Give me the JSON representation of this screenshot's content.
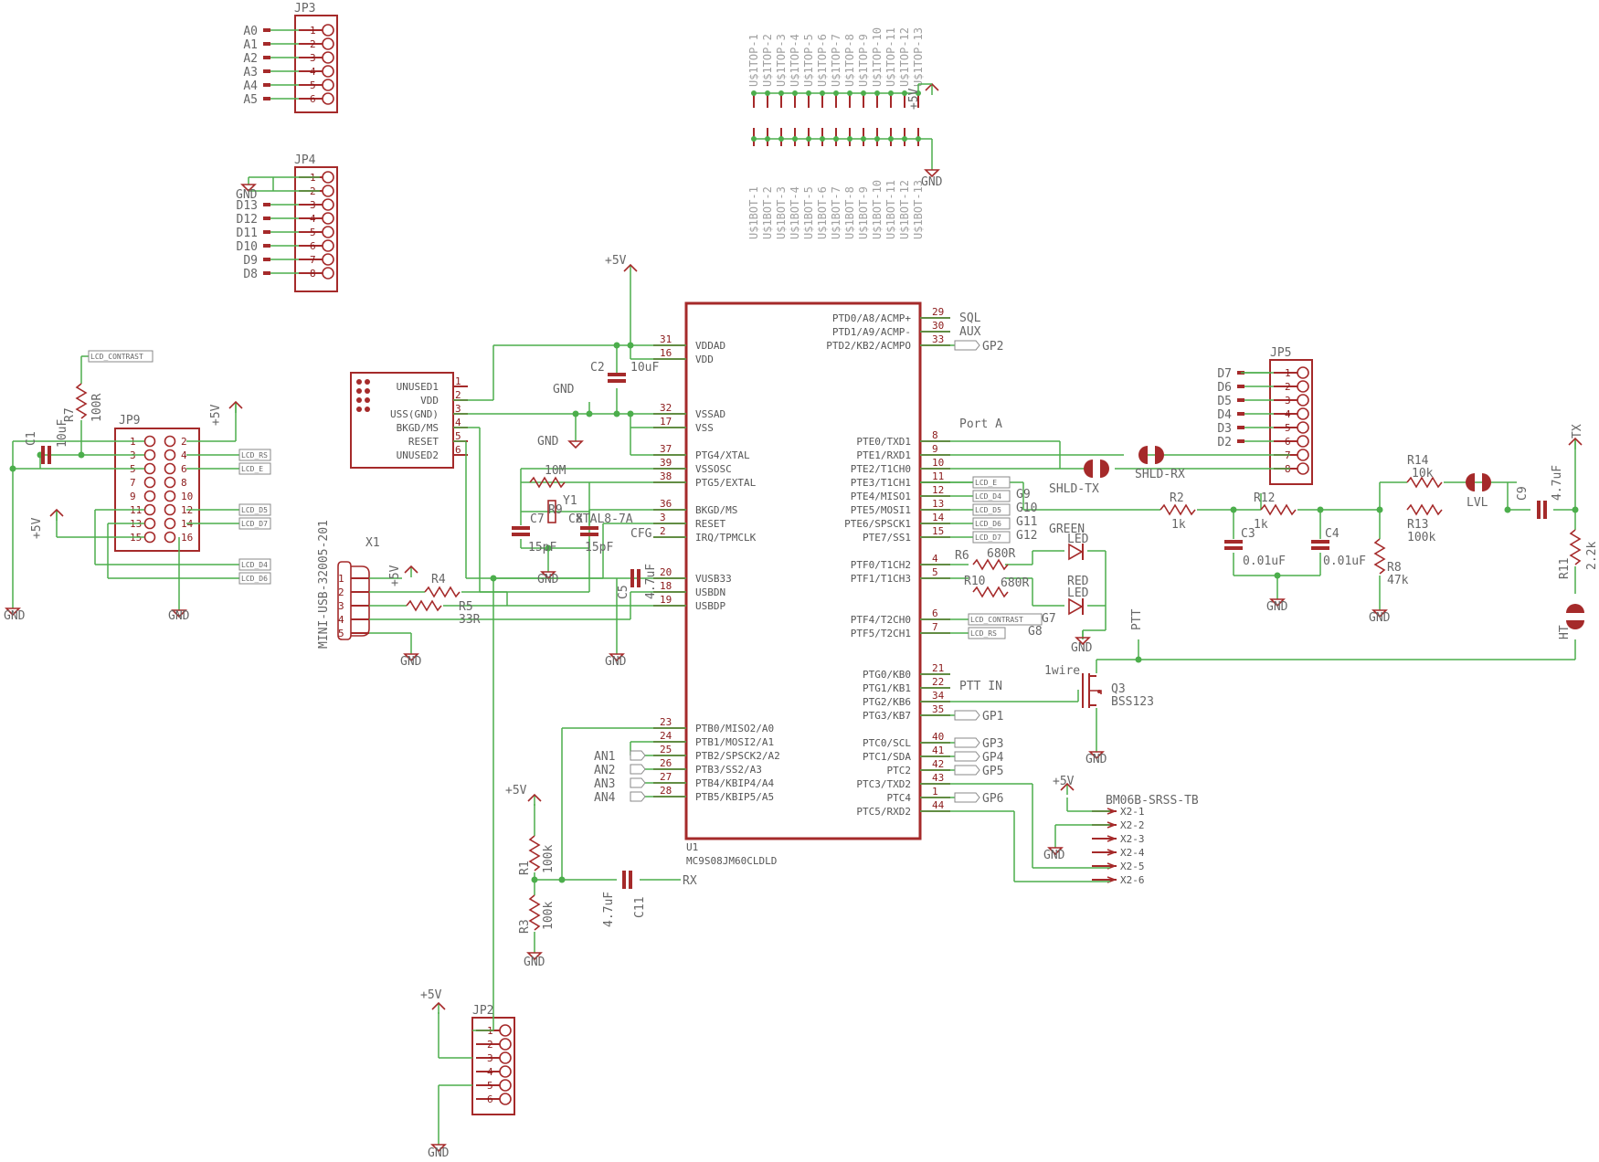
{
  "chip": {
    "name": "U1",
    "value": "MC9S08JM60CLDLD",
    "left_pins": [
      {
        "num": "31",
        "name": "VDDAD"
      },
      {
        "num": "16",
        "name": "VDD"
      },
      {
        "num": "32",
        "name": "VSSAD"
      },
      {
        "num": "17",
        "name": "VSS"
      },
      {
        "num": "37",
        "name": "PTG4/XTAL"
      },
      {
        "num": "39",
        "name": "VSSOSC"
      },
      {
        "num": "38",
        "name": "PTG5/EXTAL"
      },
      {
        "num": "36",
        "name": "BKGD/MS"
      },
      {
        "num": "3",
        "name": "RESET"
      },
      {
        "num": "2",
        "name": "IRQ/TPMCLK"
      },
      {
        "num": "20",
        "name": "VUSB33"
      },
      {
        "num": "18",
        "name": "USBDN"
      },
      {
        "num": "19",
        "name": "USBDP"
      },
      {
        "num": "23",
        "name": "PTB0/MISO2/A0"
      },
      {
        "num": "24",
        "name": "PTB1/MOSI2/A1"
      },
      {
        "num": "25",
        "name": "PTB2/SPSCK2/A2"
      },
      {
        "num": "26",
        "name": "PTB3/SS2/A3"
      },
      {
        "num": "27",
        "name": "PTB4/KBIP4/A4"
      },
      {
        "num": "28",
        "name": "PTB5/KBIP5/A5"
      }
    ],
    "right_pins": [
      {
        "num": "29",
        "name": "PTD0/A8/ACMP+"
      },
      {
        "num": "30",
        "name": "PTD1/A9/ACMP-"
      },
      {
        "num": "33",
        "name": "PTD2/KB2/ACMPO"
      },
      {
        "num": "8",
        "name": "PTE0/TXD1"
      },
      {
        "num": "9",
        "name": "PTE1/RXD1"
      },
      {
        "num": "10",
        "name": "PTE2/T1CH0"
      },
      {
        "num": "11",
        "name": "PTE3/T1CH1"
      },
      {
        "num": "12",
        "name": "PTE4/MISO1"
      },
      {
        "num": "13",
        "name": "PTE5/MOSI1"
      },
      {
        "num": "14",
        "name": "PTE6/SPSCK1"
      },
      {
        "num": "15",
        "name": "PTE7/SS1"
      },
      {
        "num": "4",
        "name": "PTF0/T1CH2"
      },
      {
        "num": "5",
        "name": "PTF1/T1CH3"
      },
      {
        "num": "6",
        "name": "PTF4/T2CH0"
      },
      {
        "num": "7",
        "name": "PTF5/T2CH1"
      },
      {
        "num": "21",
        "name": "PTG0/KB0"
      },
      {
        "num": "22",
        "name": "PTG1/KB1"
      },
      {
        "num": "34",
        "name": "PTG2/KB6"
      },
      {
        "num": "35",
        "name": "PTG3/KB7"
      },
      {
        "num": "40",
        "name": "PTC0/SCL"
      },
      {
        "num": "41",
        "name": "PTC1/SDA"
      },
      {
        "num": "42",
        "name": "PTC2"
      },
      {
        "num": "43",
        "name": "PTC3/TXD2"
      },
      {
        "num": "1",
        "name": "PTC4"
      },
      {
        "num": "44",
        "name": "PTC5/RXD2"
      }
    ]
  },
  "headers": {
    "jp3": {
      "name": "JP3",
      "nets": [
        "A0",
        "A1",
        "A2",
        "A3",
        "A4",
        "A5"
      ]
    },
    "jp4": {
      "name": "JP4",
      "nets": [
        "",
        "GND",
        "D13",
        "D12",
        "D11",
        "D10",
        "D9",
        "D8"
      ]
    },
    "jp5": {
      "name": "JP5",
      "nets": [
        "D7",
        "D6",
        "D5",
        "D4",
        "D3",
        "D2",
        "",
        ""
      ]
    },
    "jp9": {
      "name": "JP9"
    },
    "jp2": {
      "name": "JP2"
    }
  },
  "shield_top": [
    "U$1TOP-1",
    "U$1TOP-2",
    "U$1TOP-3",
    "U$1TOP-4",
    "U$1TOP-5",
    "U$1TOP-6",
    "U$1TOP-7",
    "U$1TOP-8",
    "U$1TOP-9",
    "U$1TOP-10",
    "U$1TOP-11",
    "U$1TOP-12",
    "U$1TOP-13"
  ],
  "shield_bot": [
    "U$1BOT-1",
    "U$1BOT-2",
    "U$1BOT-3",
    "U$1BOT-4",
    "U$1BOT-5",
    "U$1BOT-6",
    "U$1BOT-7",
    "U$1BOT-8",
    "U$1BOT-9",
    "U$1BOT-10",
    "U$1BOT-11",
    "U$1BOT-12",
    "U$1BOT-13"
  ],
  "isp": {
    "pins": [
      "UNUSED1",
      "VDD",
      "USS(GND)",
      "BKGD/MS",
      "RESET",
      "UNUSED2"
    ],
    "nums": [
      "1",
      "2",
      "3",
      "4",
      "5",
      "6"
    ]
  },
  "x1": {
    "name": "X1",
    "value": "MINI-USB-32005-201"
  },
  "bm06": {
    "name": "BM06B-SRSS-TB",
    "pins": [
      "X2-1",
      "X2-2",
      "X2-3",
      "X2-4",
      "X2-5",
      "X2-6"
    ]
  },
  "parts": {
    "c1": "C1",
    "c1v": "10uF",
    "r7": "R7",
    "r7v": "100R",
    "c2": "C2",
    "c2v": "10uF",
    "r9": "R9",
    "r9v": "10M",
    "y1": "Y1",
    "y1v": "XTAL8-7A",
    "c7": "C7",
    "c7v": "15pF",
    "c8": "C8",
    "c8v": "15pF",
    "c5": "C5",
    "c5v": "4.7uF",
    "r4": "R4",
    "r5": "R5",
    "r5v": "33R",
    "r1": "R1",
    "r1v": "100k",
    "r3": "R3",
    "r3v": "100k",
    "c11": "C11",
    "c11v": "4.7uF",
    "r6": "R6",
    "r6v": "680R",
    "r10": "R10",
    "r10v": "680R",
    "green": "GREEN",
    "led": "LED",
    "red": "RED",
    "q3": "Q3",
    "q3v": "BSS123",
    "r2": "R2",
    "r2v": "1k",
    "r12": "R12",
    "r12v": "1k",
    "c3": "C3",
    "c3v": "0.01uF",
    "c4": "C4",
    "c4v": "0.01uF",
    "r14": "R14",
    "r14v": "10k",
    "r13": "R13",
    "r13v": "100k",
    "r8": "R8",
    "r8v": "47k",
    "c9": "C9",
    "c9v": "4.7uF",
    "r11": "R11",
    "r11v": "2.2k",
    "lvl": "LVL",
    "ht": "HT",
    "shldtx": "SHLD-TX",
    "shldrx": "SHLD-RX"
  },
  "labels": {
    "gnd": "GND",
    "p5v": "+5V",
    "sql": "SQL",
    "aux": "AUX",
    "porta": "Port A",
    "ptt": "PTT",
    "pttin": "PTT IN",
    "onewire": "1wire",
    "cfg": "CFG",
    "rx": "RX",
    "tx": "TX",
    "g9": "G9",
    "g10": "G10",
    "g11": "G11",
    "g12": "G12",
    "g7": "G7",
    "g8": "G8",
    "an1": "AN1",
    "an2": "AN2",
    "an3": "AN3",
    "an4": "AN4",
    "gp1": "GP1",
    "gp2": "GP2",
    "gp3": "GP3",
    "gp4": "GP4",
    "gp5": "GP5",
    "gp6": "GP6",
    "lcd_rs": "LCD_RS",
    "lcd_e": "LCD_E",
    "lcd_d4": "LCD_D4",
    "lcd_d5": "LCD_D5",
    "lcd_d6": "LCD_D6",
    "lcd_d7": "LCD_D7",
    "lcd_contrast": "LCD_CONTRAST"
  }
}
